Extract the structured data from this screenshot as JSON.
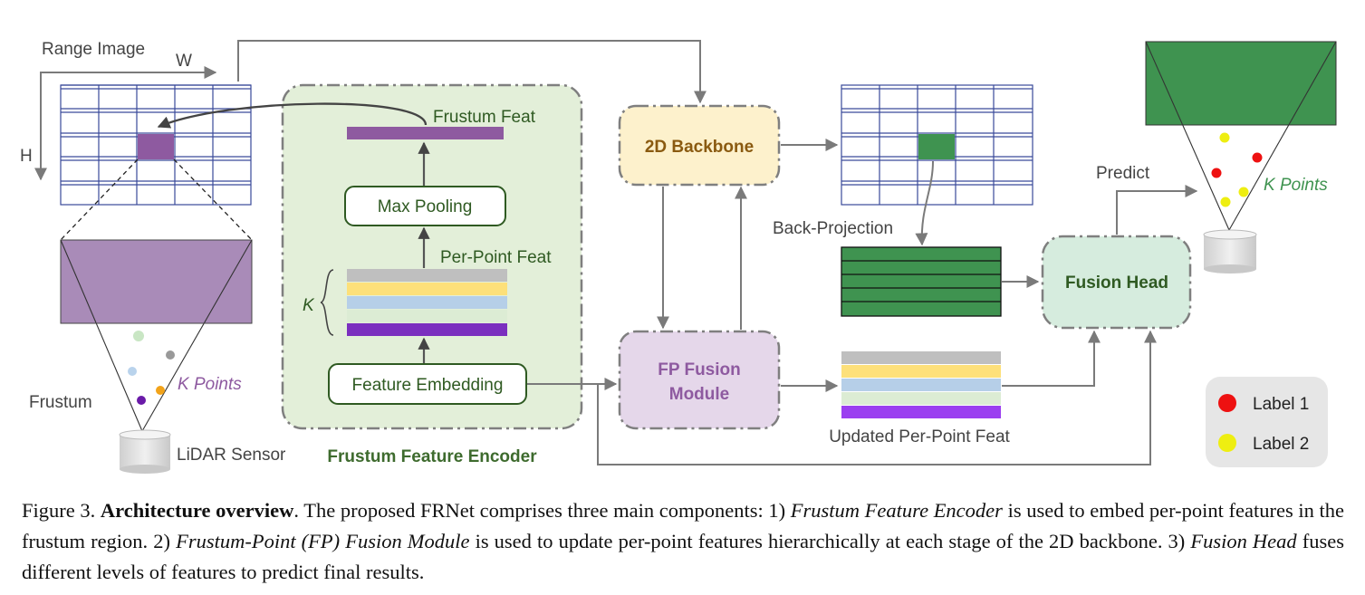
{
  "diagram": {
    "range_image": {
      "title": "Range Image",
      "w": "W",
      "h": "H"
    },
    "frustum": "Frustum",
    "k_points_left": "K Points",
    "lidar_sensor": "LiDAR Sensor",
    "encoder": {
      "title": "Frustum Feature Encoder",
      "frustum_feat": "Frustum Feat",
      "max_pooling": "Max Pooling",
      "per_point_feat": "Per-Point Feat",
      "k": "K",
      "feature_embedding": "Feature Embedding"
    },
    "backbone": "2D Backbone",
    "fp_fusion": {
      "line1": "FP Fusion",
      "line2": "Module"
    },
    "back_projection": "Back-Projection",
    "updated_feat": "Updated Per-Point Feat",
    "fusion_head": "Fusion Head",
    "predict": "Predict",
    "k_points_right": "K Points",
    "legend": {
      "label1": "Label 1",
      "label2": "Label 2"
    }
  },
  "colors": {
    "purple": "#8e5aa0",
    "green_cell": "#3f9350",
    "encoder_bg": "#e3efd9",
    "backbone_bg": "#fdf1cc",
    "fp_bg": "#e5d7ea",
    "head_bg": "#d6ecde",
    "label1": "#ee1111",
    "label2": "#eeee11"
  },
  "caption": {
    "figure": "Figure 3.",
    "title": "Architecture overview",
    "t1": ". The proposed FRNet comprises three main components: 1)",
    "i1": "Frustum Feature Encoder",
    "t2": "is used to embed per-point features in the frustum region. 2)",
    "i2": "Frustum-Point (FP) Fusion Module",
    "t3": "is used to update per-point features hierarchically at each stage of the 2D backbone. 3)",
    "i3": "Fusion Head",
    "t4": "fuses different levels of features to predict final results."
  }
}
